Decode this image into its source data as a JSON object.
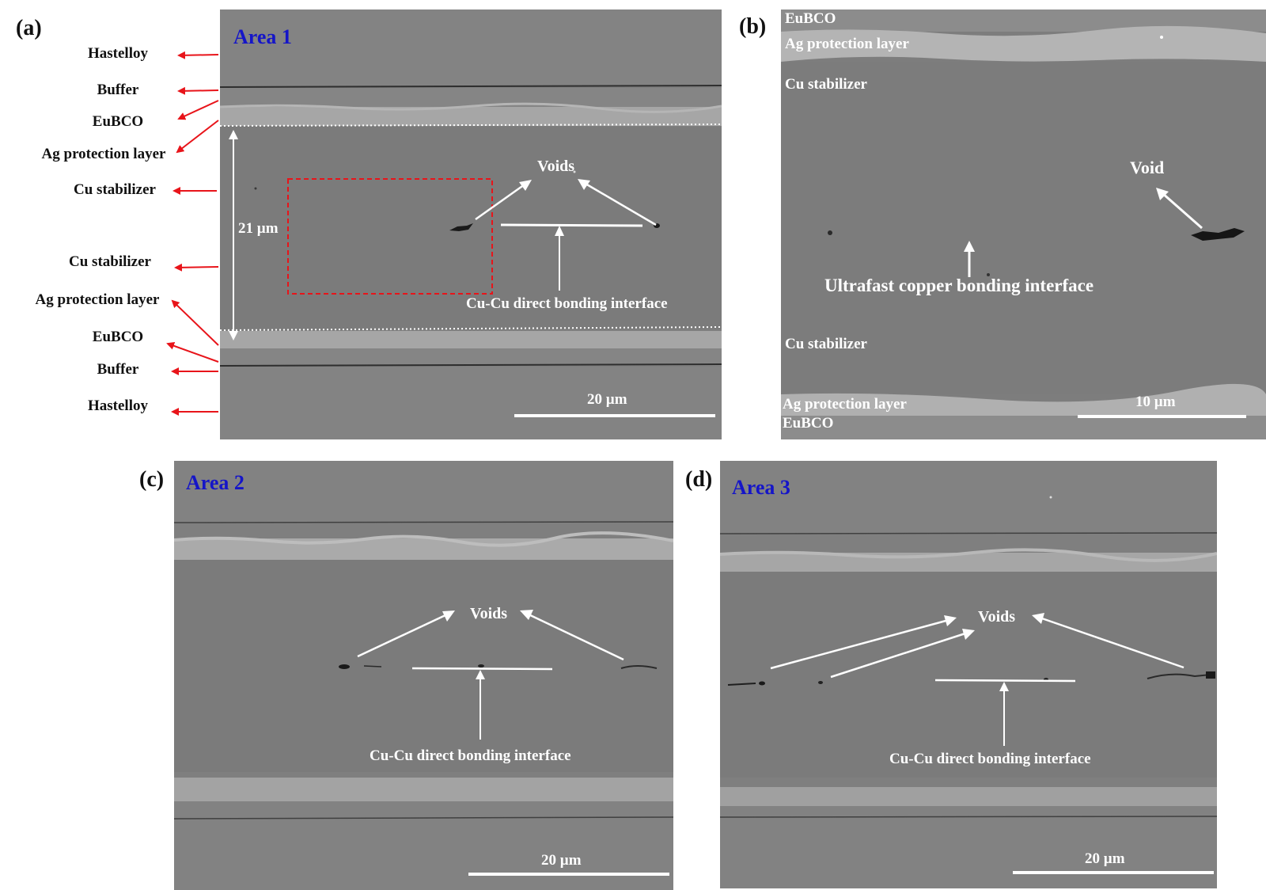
{
  "panels": {
    "a": {
      "letter": "(a)",
      "area": "Area 1",
      "voids_label": "Voids",
      "interface_label": "Cu-Cu direct bonding interface",
      "thickness": "21 µm",
      "scale": "20 µm",
      "left_labels": [
        "Hastelloy",
        "Buffer",
        "EuBCO",
        "Ag protection layer",
        "Cu stabilizer",
        "Cu stabilizer",
        "Ag protection layer",
        "EuBCO",
        "Buffer",
        "Hastelloy"
      ]
    },
    "b": {
      "letter": "(b)",
      "eubco_top": "EuBCO",
      "ag_top": "Ag protection layer",
      "cu_top": "Cu stabilizer",
      "void_label": "Void",
      "interface_label": "Ultrafast copper bonding interface",
      "cu_bottom": "Cu stabilizer",
      "ag_bottom": "Ag protection layer",
      "eubco_bottom": "EuBCO",
      "scale": "10 µm"
    },
    "c": {
      "letter": "(c)",
      "area": "Area 2",
      "voids_label": "Voids",
      "interface_label": "Cu-Cu direct bonding interface",
      "scale": "20 µm"
    },
    "d": {
      "letter": "(d)",
      "area": "Area 3",
      "voids_label": "Voids",
      "interface_label": "Cu-Cu direct bonding interface",
      "scale": "20 µm"
    }
  },
  "colors": {
    "annotation_arrow": "#e8141a",
    "area_label": "#1515c8",
    "sem_background": "#7d7d7d"
  }
}
